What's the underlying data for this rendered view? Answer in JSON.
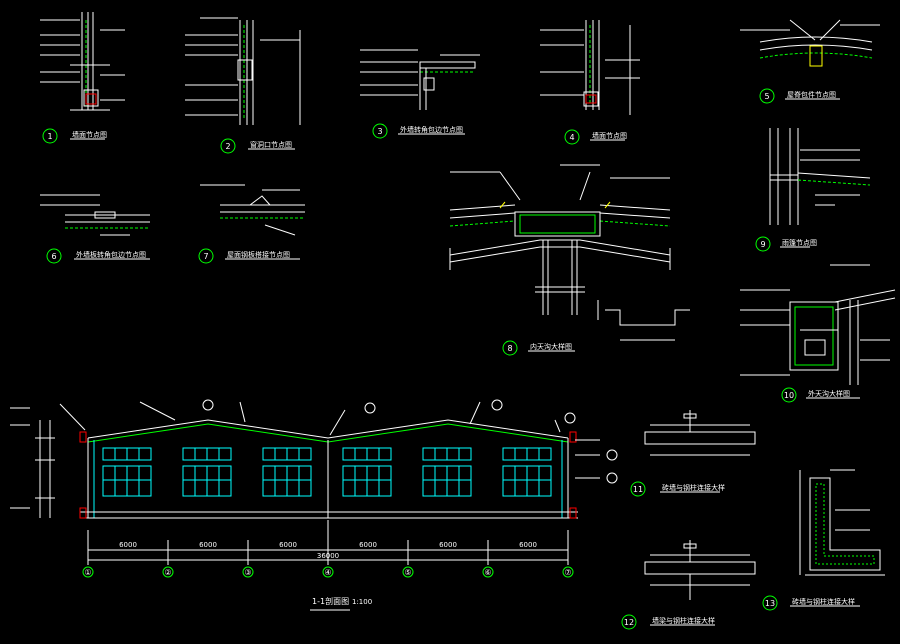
{
  "drawing": {
    "section_title": "1-1剖面图",
    "section_scale": "1:100",
    "details": [
      {
        "no": "1",
        "caption": "墙面节点图"
      },
      {
        "no": "2",
        "caption": "窗洞口节点图"
      },
      {
        "no": "3",
        "caption": "外墙转角包边节点图"
      },
      {
        "no": "4",
        "caption": "墙面节点图"
      },
      {
        "no": "5",
        "caption": "屋脊包件节点图"
      },
      {
        "no": "6",
        "caption": "外墙板转角包边节点图"
      },
      {
        "no": "7",
        "caption": "屋面钢板搭接节点图"
      },
      {
        "no": "8",
        "caption": "内天沟大样图"
      },
      {
        "no": "9",
        "caption": "雨篷节点图"
      },
      {
        "no": "10",
        "caption": "外天沟大样图"
      },
      {
        "no": "11",
        "caption": "砖墙与钢柱连接大样"
      },
      {
        "no": "12",
        "caption": "墙梁与钢柱连接大样"
      },
      {
        "no": "13",
        "caption": "砖墙与钢柱连接大样"
      }
    ],
    "grid_axes": [
      "①",
      "②",
      "③",
      "④",
      "⑤",
      "⑥",
      "⑦"
    ],
    "span_dims": [
      "6000",
      "6000",
      "6000",
      "6000",
      "6000",
      "6000"
    ],
    "total_dim": "36000"
  }
}
